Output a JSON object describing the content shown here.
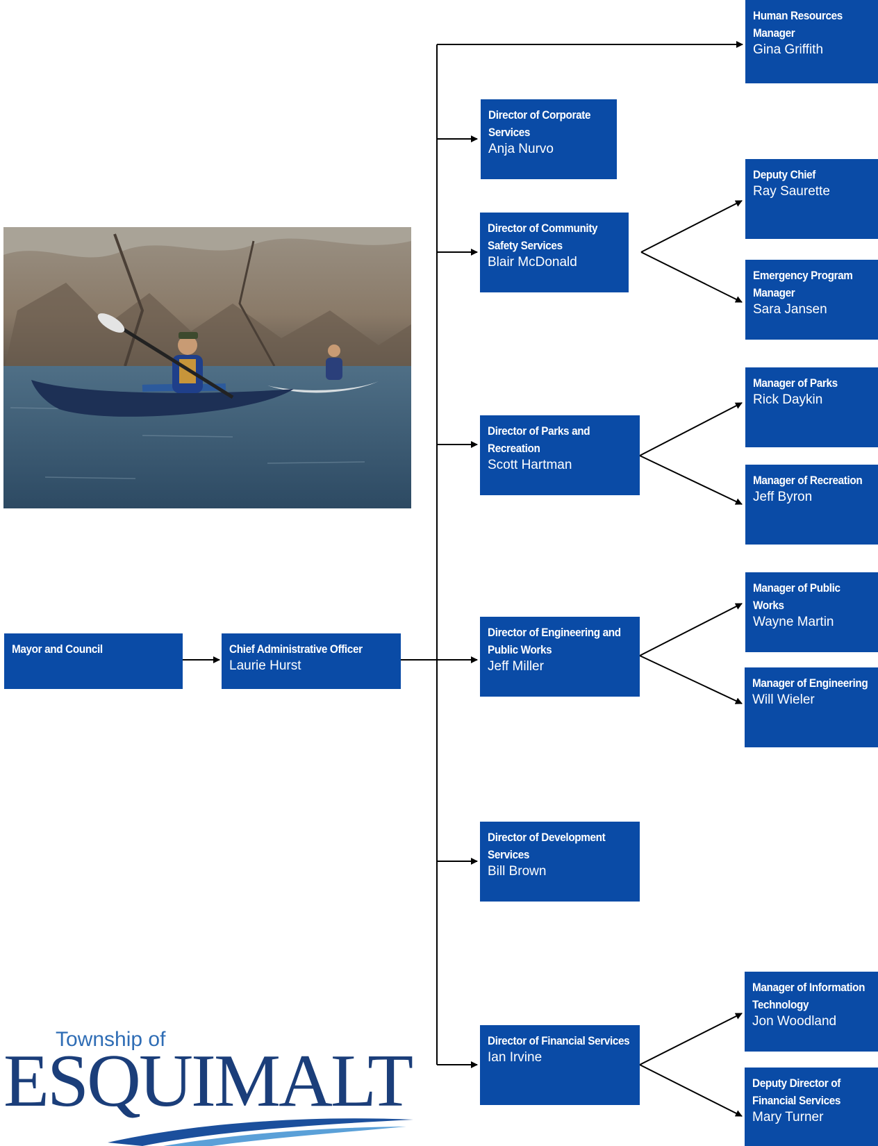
{
  "org": {
    "mayor": {
      "role": "Mayor and Council",
      "name": ""
    },
    "cao": {
      "role": "Chief Administrative Officer",
      "name": "Laurie Hurst"
    },
    "hr": {
      "role": "Human Resources Manager",
      "name": "Gina Griffith"
    },
    "corporate": {
      "role": "Director of Corporate Services",
      "name": "Anja Nurvo"
    },
    "community_safety": {
      "role": "Director of Community Safety Services",
      "name": "Blair McDonald"
    },
    "deputy_chief": {
      "role": "Deputy Chief",
      "name": "Ray Saurette"
    },
    "emergency": {
      "role": "Emergency Program Manager",
      "name": "Sara Jansen"
    },
    "parks_rec": {
      "role": "Director of Parks and Recreation",
      "name": "Scott Hartman"
    },
    "mgr_parks": {
      "role": "Manager of Parks",
      "name": "Rick Daykin"
    },
    "mgr_rec": {
      "role": "Manager of Recreation",
      "name": "Jeff Byron"
    },
    "engineering": {
      "role": "Director of Engineering and Public Works",
      "name": "Jeff Miller"
    },
    "mgr_public_works": {
      "role": "Manager of Public Works",
      "name": "Wayne Martin"
    },
    "mgr_engineering": {
      "role": "Manager of Engineering",
      "name": "Will Wieler"
    },
    "development": {
      "role": "Director of Development Services",
      "name": "Bill Brown"
    },
    "financial": {
      "role": "Director of Financial Services",
      "name": "Ian Irvine"
    },
    "mgr_it": {
      "role": "Manager of Information Technology",
      "name": "Jon Woodland"
    },
    "deputy_financial": {
      "role": "Deputy Director of Financial Services",
      "name": "Mary Turner"
    }
  },
  "logo": {
    "small": "Township of",
    "big": "ESQUIMALT"
  },
  "colors": {
    "box": "#0a4ba6",
    "logo_dark": "#1b3e7a",
    "logo_light": "#2f6db5"
  }
}
